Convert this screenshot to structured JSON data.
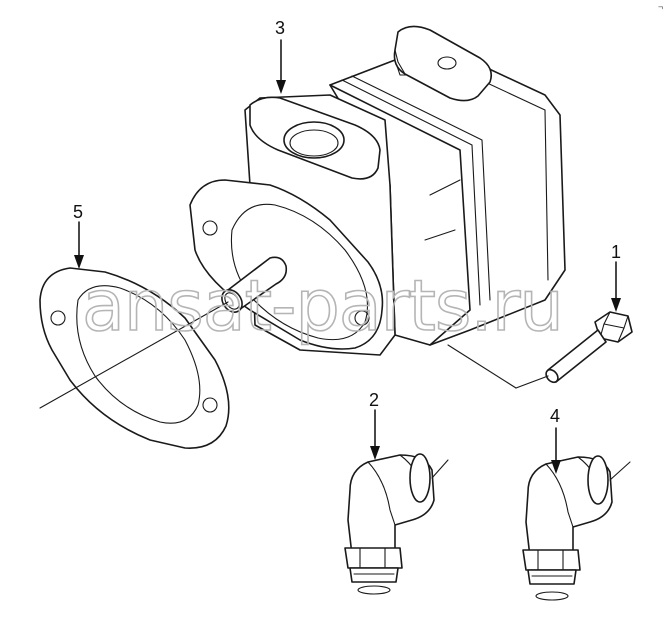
{
  "callouts": {
    "c1": "1",
    "c2": "2",
    "c3": "3",
    "c4": "4",
    "c5": "5"
  },
  "watermark": "ansat-parts.ru",
  "corner_mark": "¬"
}
